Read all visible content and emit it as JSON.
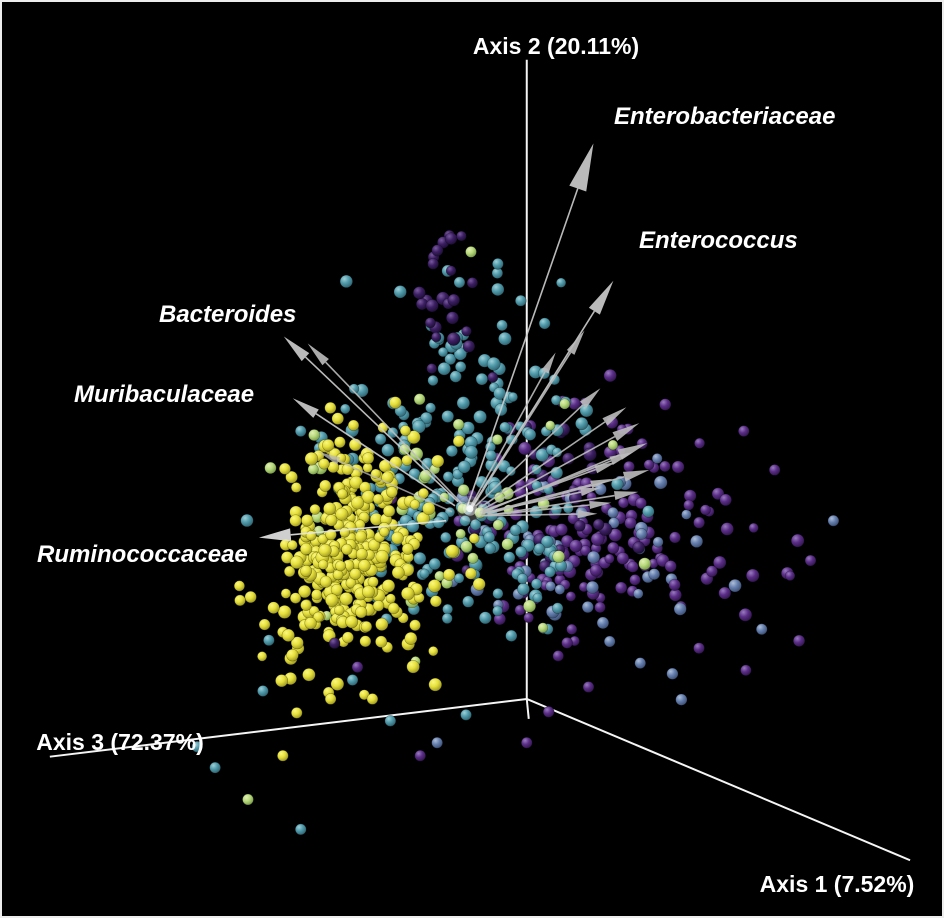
{
  "figure": {
    "background": "#000000",
    "frame_color": "#ededed"
  },
  "chart_data": {
    "type": "scatter",
    "subtype": "3d-pcoa-biplot",
    "axis_color": "#f5f5f5",
    "axes": {
      "axis2": {
        "label": "Axis 2 (20.11%)",
        "line": [
          [
            527,
            58
          ],
          [
            527,
            700
          ]
        ]
      },
      "axis1": {
        "label": "Axis 1 (7.52%)",
        "line": [
          [
            527,
            700
          ],
          [
            912,
            862
          ]
        ]
      },
      "axis3": {
        "label": "Axis 3 (72.37%)",
        "line": [
          [
            527,
            700
          ],
          [
            48,
            758
          ]
        ]
      }
    },
    "origin_tick": [
      [
        527,
        700
      ],
      [
        529,
        720
      ]
    ],
    "sphere_colors": {
      "yellow": {
        "light": "#fbf87f",
        "base": "#e6e03c",
        "dark": "#8f8a1c"
      },
      "pale": {
        "light": "#e2f0b4",
        "base": "#b7d97c",
        "dark": "#6d8f3e"
      },
      "teal": {
        "light": "#9fd0d8",
        "base": "#4f9aaa",
        "dark": "#2a5a66"
      },
      "blue": {
        "light": "#aebfd8",
        "base": "#657fae",
        "dark": "#35476b"
      },
      "purple": {
        "light": "#9a7bc0",
        "base": "#5a2d87",
        "dark": "#2a1244"
      },
      "darkpurple": {
        "light": "#7a5aa0",
        "base": "#3c1f63",
        "dark": "#170b2c"
      }
    },
    "point_clusters": [
      {
        "name": "purple-right",
        "color": "purple",
        "center": [
          585,
          522
        ],
        "sigma": [
          58,
          55
        ],
        "count": 140,
        "seed": 101
      },
      {
        "name": "blue-right",
        "color": "blue",
        "center": [
          606,
          556
        ],
        "sigma": [
          70,
          48
        ],
        "count": 55,
        "seed": 102
      },
      {
        "name": "purple-far-right",
        "color": "purple",
        "center": [
          702,
          558
        ],
        "sigma": [
          75,
          55
        ],
        "count": 20,
        "seed": 103
      },
      {
        "name": "indigo-mid",
        "color": "darkpurple",
        "center": [
          540,
          500
        ],
        "sigma": [
          45,
          55
        ],
        "count": 30,
        "seed": 104
      },
      {
        "name": "teal-main",
        "color": "teal",
        "center": [
          463,
          487
        ],
        "sigma": [
          66,
          68
        ],
        "count": 200,
        "seed": 105
      },
      {
        "name": "teal-top",
        "color": "teal",
        "center": [
          458,
          347
        ],
        "sigma": [
          33,
          50
        ],
        "count": 32,
        "seed": 106
      },
      {
        "name": "pale-mid",
        "color": "pale",
        "center": [
          430,
          505
        ],
        "sigma": [
          70,
          68
        ],
        "count": 48,
        "seed": 107
      },
      {
        "name": "purple-top",
        "color": "darkpurple",
        "center": [
          447,
          292
        ],
        "sigma": [
          18,
          34
        ],
        "count": 24,
        "seed": 108
      },
      {
        "name": "yellow-main",
        "color": "yellow",
        "center": [
          363,
          550
        ],
        "sigma": [
          46,
          60
        ],
        "count": 220,
        "seed": 109
      },
      {
        "name": "yellow-core",
        "color": "yellow",
        "center": [
          352,
          556
        ],
        "sigma": [
          28,
          38
        ],
        "count": 110,
        "seed": 110
      },
      {
        "name": "yellow-fringe",
        "color": "yellow",
        "center": [
          320,
          608
        ],
        "sigma": [
          28,
          42
        ],
        "count": 40,
        "seed": 111
      }
    ],
    "outlier_points": [
      [
        196,
        748,
        "teal"
      ],
      [
        214,
        769,
        "teal"
      ],
      [
        247,
        801,
        "pale"
      ],
      [
        300,
        831,
        "teal"
      ],
      [
        282,
        757,
        "yellow"
      ],
      [
        296,
        714,
        "yellow"
      ],
      [
        262,
        692,
        "teal"
      ],
      [
        330,
        700,
        "yellow"
      ],
      [
        352,
        681,
        "teal"
      ],
      [
        420,
        757,
        "purple"
      ],
      [
        437,
        744,
        "blue"
      ],
      [
        466,
        716,
        "teal"
      ],
      [
        527,
        744,
        "purple"
      ],
      [
        549,
        713,
        "purple"
      ],
      [
        589,
        688,
        "purple"
      ],
      [
        641,
        664,
        "blue"
      ],
      [
        700,
        649,
        "purple"
      ],
      [
        763,
        630,
        "blue"
      ],
      [
        812,
        561,
        "purple"
      ],
      [
        835,
        521,
        "blue"
      ],
      [
        776,
        470,
        "purple"
      ],
      [
        745,
        431,
        "purple"
      ],
      [
        521,
        300,
        "teal"
      ],
      [
        498,
        263,
        "teal"
      ],
      [
        471,
        251,
        "pale"
      ],
      [
        433,
        263,
        "darkpurple"
      ],
      [
        268,
        641,
        "teal"
      ],
      [
        239,
        601,
        "yellow"
      ],
      [
        300,
        431,
        "teal"
      ],
      [
        334,
        644,
        "darkpurple"
      ],
      [
        357,
        668,
        "purple"
      ],
      [
        372,
        700,
        "yellow"
      ],
      [
        390,
        722,
        "teal"
      ]
    ],
    "biplot_arrows": {
      "color": "#bdbdbd",
      "origin_glow": [
        470,
        509
      ],
      "arrows": [
        {
          "taxon": "Enterobacteriaceae",
          "start": [
            466,
            510
          ],
          "end": [
            594,
            142
          ],
          "head_len": 48,
          "head_w": 18,
          "color": "#cfcfcf"
        },
        {
          "taxon": "Enterococcus",
          "start": [
            470,
            510
          ],
          "end": [
            614,
            280
          ],
          "head_len": 36,
          "head_w": 13,
          "color": "#cfcfcf"
        },
        {
          "taxon": "Bacteroides",
          "start": [
            458,
            502
          ],
          "end": [
            283,
            336
          ],
          "head_len": 30,
          "head_w": 11,
          "color": "#cfcfcf"
        },
        {
          "taxon": "Muribaculaceae",
          "start": [
            455,
            506
          ],
          "end": [
            292,
            398
          ],
          "head_len": 28,
          "head_w": 10,
          "color": "#cfcfcf"
        },
        {
          "taxon": "Ruminococcaceae",
          "start": [
            446,
            521
          ],
          "end": [
            258,
            538
          ],
          "head_len": 32,
          "head_w": 13,
          "color": "#e6e6e6"
        },
        {
          "taxon": "",
          "start": [
            462,
            504
          ],
          "end": [
            307,
            343
          ],
          "head_len": 26,
          "head_w": 9
        },
        {
          "taxon": "",
          "start": [
            472,
            508
          ],
          "end": [
            585,
            330
          ],
          "head_len": 26,
          "head_w": 9
        },
        {
          "taxon": "",
          "start": [
            470,
            508
          ],
          "end": [
            556,
            352
          ],
          "head_len": 22,
          "head_w": 8
        },
        {
          "taxon": "",
          "start": [
            476,
            506
          ],
          "end": [
            601,
            388
          ],
          "head_len": 24,
          "head_w": 9
        },
        {
          "taxon": "",
          "start": [
            480,
            508
          ],
          "end": [
            627,
            407
          ],
          "head_len": 26,
          "head_w": 9
        },
        {
          "taxon": "",
          "start": [
            482,
            510
          ],
          "end": [
            640,
            423
          ],
          "head_len": 28,
          "head_w": 10
        },
        {
          "taxon": "",
          "start": [
            485,
            512
          ],
          "end": [
            648,
            443
          ],
          "head_len": 30,
          "head_w": 11
        },
        {
          "taxon": "",
          "start": [
            483,
            512
          ],
          "end": [
            634,
            452
          ],
          "head_len": 24,
          "head_w": 9
        },
        {
          "taxon": "",
          "start": [
            480,
            512
          ],
          "end": [
            617,
            462
          ],
          "head_len": 22,
          "head_w": 8
        },
        {
          "taxon": "",
          "start": [
            488,
            514
          ],
          "end": [
            650,
            470
          ],
          "head_len": 26,
          "head_w": 10
        },
        {
          "taxon": "",
          "start": [
            482,
            514
          ],
          "end": [
            613,
            479
          ],
          "head_len": 22,
          "head_w": 8
        },
        {
          "taxon": "",
          "start": [
            480,
            514
          ],
          "end": [
            601,
            488
          ],
          "head_len": 20,
          "head_w": 8
        },
        {
          "taxon": "",
          "start": [
            486,
            516
          ],
          "end": [
            639,
            492
          ],
          "head_len": 24,
          "head_w": 9
        },
        {
          "taxon": "",
          "start": [
            482,
            516
          ],
          "end": [
            612,
            503
          ],
          "head_len": 22,
          "head_w": 8
        },
        {
          "taxon": "",
          "start": [
            478,
            516
          ],
          "end": [
            598,
            514
          ],
          "head_len": 20,
          "head_w": 8
        },
        {
          "taxon": "",
          "start": [
            452,
            512
          ],
          "end": [
            318,
            452
          ],
          "head_len": 22,
          "head_w": 8,
          "opacity": 0.75
        }
      ]
    },
    "taxa_labels": [
      {
        "name": "enterobacteriaceae",
        "text": "Enterobacteriaceae"
      },
      {
        "name": "enterococcus",
        "text": "Enterococcus"
      },
      {
        "name": "bacteroides",
        "text": "Bacteroides"
      },
      {
        "name": "muribaculaceae",
        "text": "Muribaculaceae"
      },
      {
        "name": "ruminococcaceae",
        "text": "Ruminococcaceae"
      }
    ]
  }
}
